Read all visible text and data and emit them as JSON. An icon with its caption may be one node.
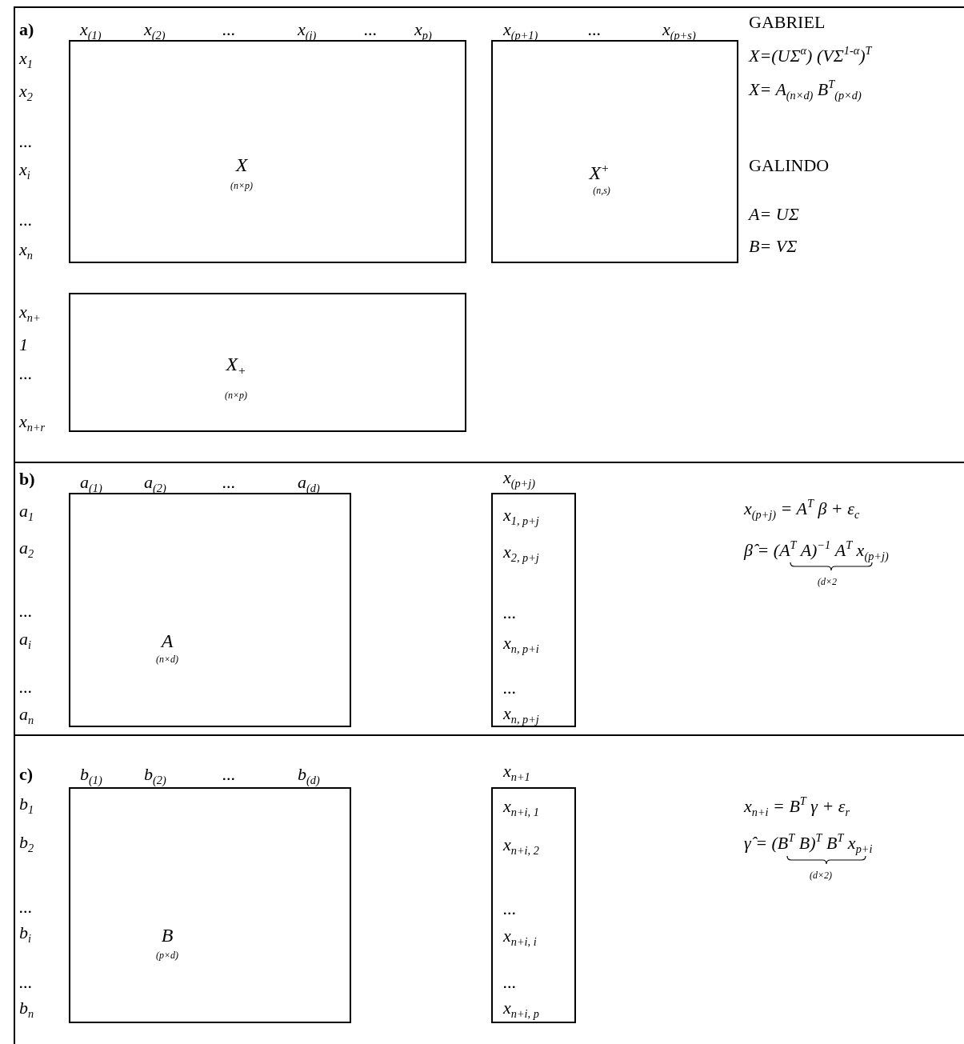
{
  "diagram": {
    "nodes": [
      {
        "text": [
          "a)"
        ]
      },
      {
        "text": [
          "X",
          "(n×p)"
        ],
        "in": 0,
        "beside": [
          "x$_{(1)}$",
          "x$_{(2)}$",
          "...",
          "x$_{(j)}$",
          "...",
          "x$_{p)}$",
          "x$_{1}$",
          "x$_{2}$",
          "...",
          "x$_{i}$",
          "...",
          "x$_{n}$"
        ]
      },
      {
        "text": [
          "X$^{+}$",
          "(n,s)"
        ],
        "in": 0,
        "beside": [
          "x$_{(p+1)}$",
          "...",
          "x$_{(p+s)}$"
        ]
      },
      {
        "text": [
          "X$_{+}$",
          "(n×p)"
        ],
        "in": 0,
        "beside": [
          "x$_{n+}$",
          "1",
          "...",
          "x$_{n+r}$"
        ]
      },
      {
        "text": [
          "b)"
        ]
      },
      {
        "text": [
          "A",
          "(n×d)"
        ],
        "in": 4,
        "beside": [
          "a$_{(1)}$",
          "a$_{(2)}$",
          "...",
          "a$_{(d)}$",
          "a$_{1}$",
          "a$_{2}$",
          "...",
          "a$_{i}$",
          "...",
          "a$_{n}$"
        ]
      },
      {
        "text": [
          "x$_{(p+j)}$",
          "x$_{1, p+j}$",
          "x$_{2, p+j}$",
          "...",
          "x$_{n, p+i}$",
          "...",
          "x$_{n, p+j}$"
        ],
        "in": 4
      },
      {
        "text": [
          "c)"
        ]
      },
      {
        "text": [
          "B",
          "(p×d)"
        ],
        "in": 7,
        "beside": [
          "b$_{(1)}$",
          "b$_{(2)}$",
          "...",
          "b$_{(d)}$",
          "b$_{1}$",
          "b$_{2}$",
          "...",
          "b$_{i}$",
          "...",
          "b$_{n}$"
        ]
      },
      {
        "text": [
          "x$_{n+1}$",
          "x$_{n+i, 1}$",
          "x$_{n+i, 2}$",
          "...",
          "x$_{n+i, i}$",
          "...",
          "x$_{n+i, p}$"
        ],
        "in": 7
      }
    ],
    "labels": [
      "GABRIEL",
      "X=(UΣ$^{α}$) (VΣ$^{1-α}$)$^{T}$",
      "X= A$_{(n×d)}$ B$^{T}$$_{(p×d)}$",
      "GALINDO",
      "A= UΣ",
      "B= VΣ",
      "x$_{(p+j)}$ = A$^{T}$ β + ε$_{c}$",
      "β̂ = (A$^{T}$ A)$^{−1}$ A$^{T}$ x$_{(p+j)}$",
      "(d×2",
      "x$_{n+i}$ = B$^{T}$ γ + ε$_{r}$",
      "γ̂ = (B$^{T}$ B)$^{T}$ B$^{T}$ x$_{p+i}$",
      "(d×2)"
    ]
  }
}
